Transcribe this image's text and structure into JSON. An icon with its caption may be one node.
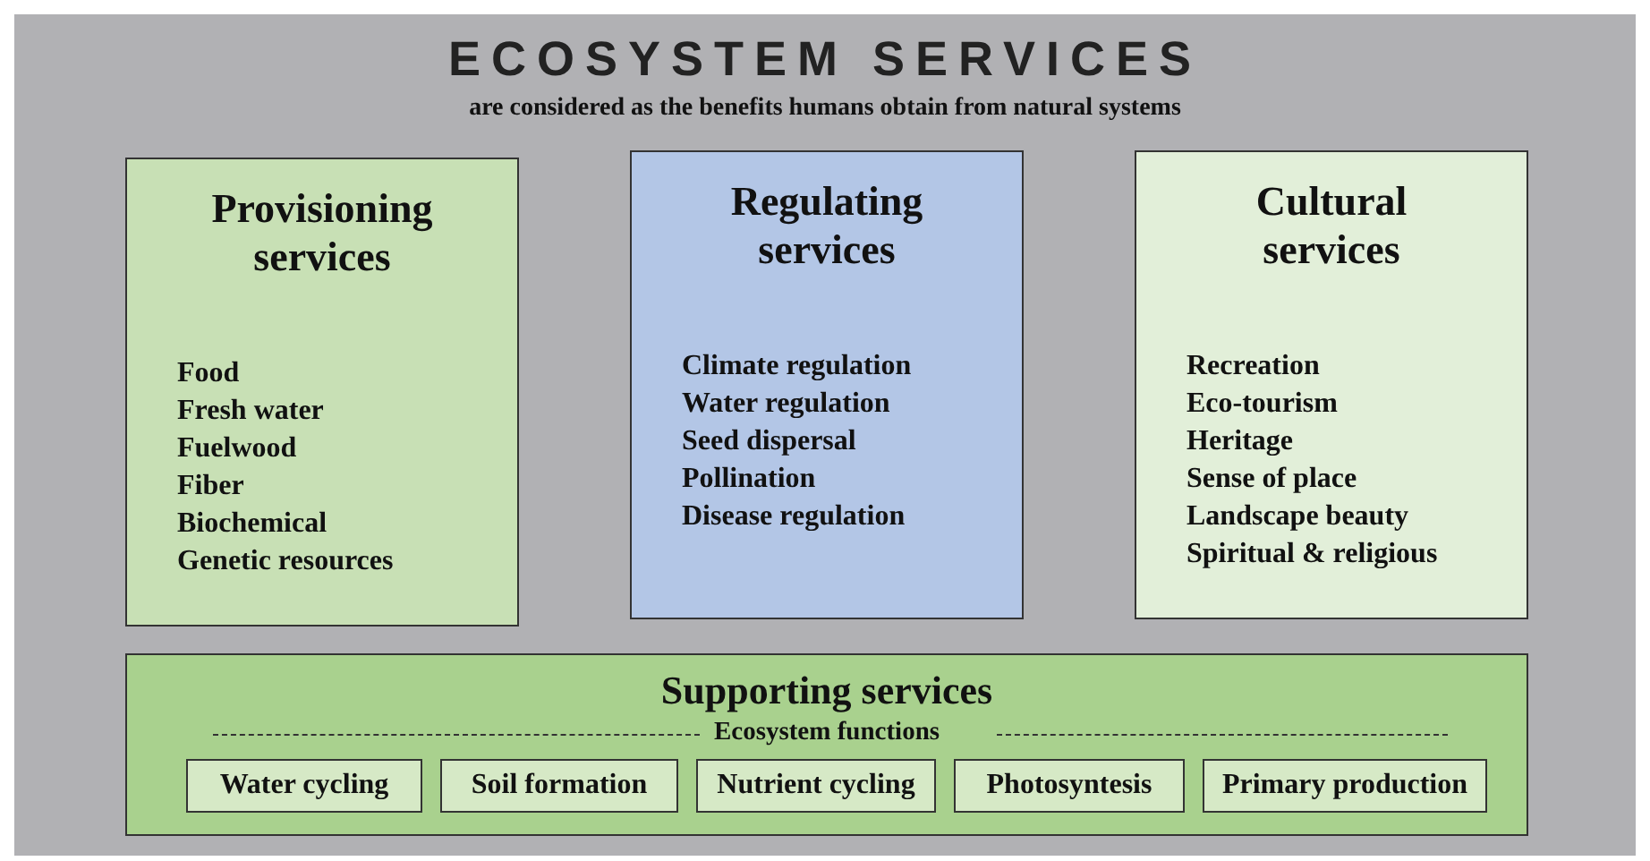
{
  "diagram": {
    "title": "ECOSYSTEM SERVICES",
    "nodes": [
      {
        "text": [
          "Provisioning services",
          "Food",
          "Fresh water",
          "Fuelwood",
          "Fiber",
          "Biochemical",
          "Genetic resources"
        ]
      },
      {
        "text": [
          "Regulating services",
          "Climate regulation",
          "Water regulation",
          "Seed dispersal",
          "Pollination",
          "Disease regulation"
        ]
      },
      {
        "text": [
          "Cultural services",
          "Recreation",
          "Eco-tourism",
          "Heritage",
          "Sense of place",
          "Landscape beauty",
          "Spiritual & religious"
        ]
      },
      {
        "text": [
          "Supporting services",
          "Ecosystem functions"
        ]
      },
      {
        "text": [
          "Water cycling"
        ],
        "in": 3
      },
      {
        "text": [
          "Soil formation"
        ],
        "in": 3
      },
      {
        "text": [
          "Nutrient cycling"
        ],
        "in": 3
      },
      {
        "text": [
          "Photosyntesis"
        ],
        "in": 3
      },
      {
        "text": [
          "Primary production"
        ],
        "in": 3
      }
    ],
    "labels": [
      "are considered as the benefits humans obtain from natural systems"
    ]
  }
}
